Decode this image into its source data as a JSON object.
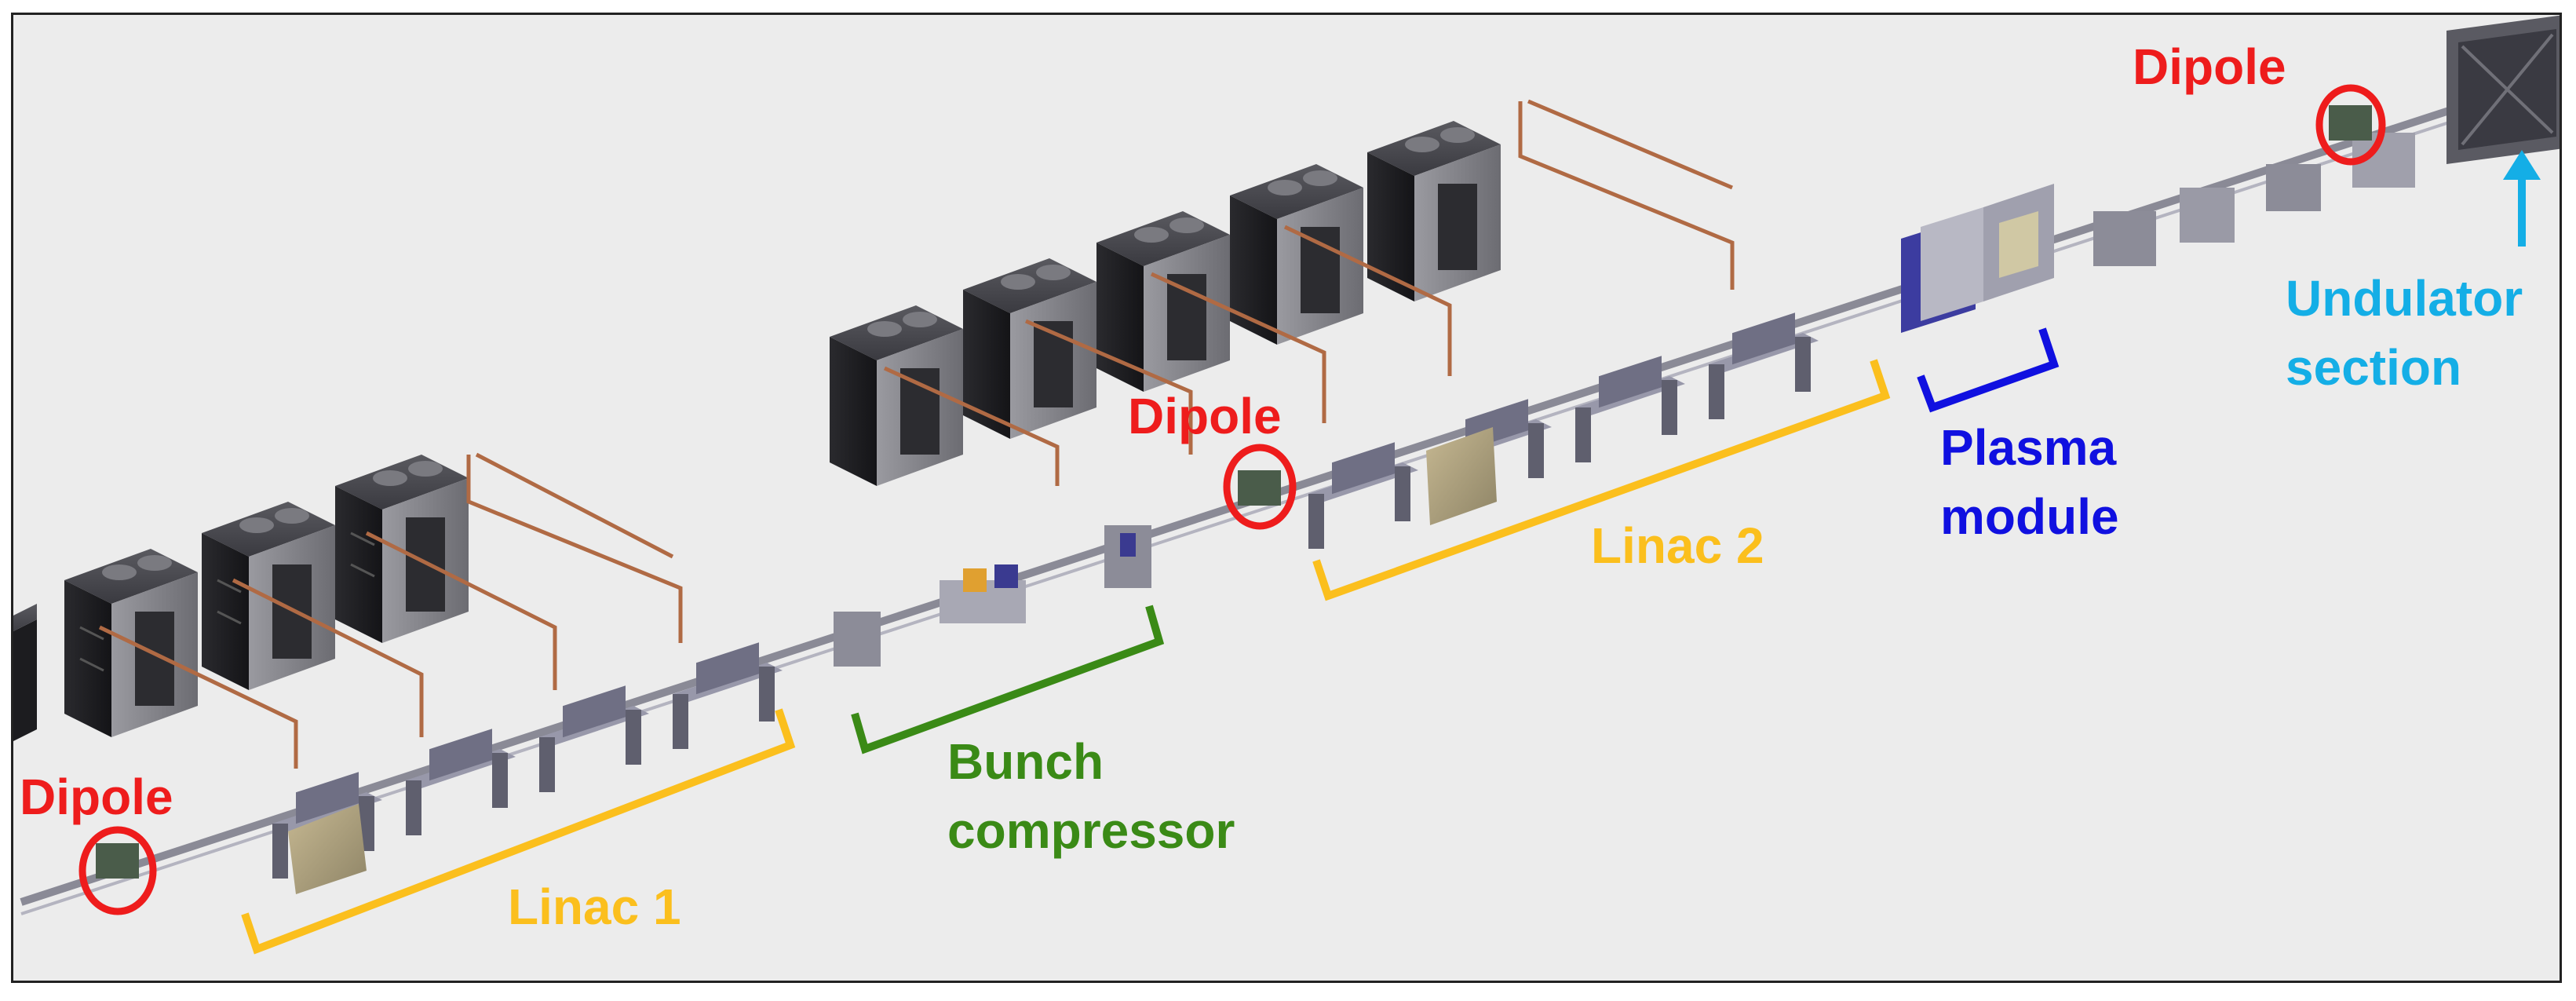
{
  "labels": {
    "dipole_bottom_left": "Dipole",
    "dipole_middle": "Dipole",
    "dipole_top_right": "Dipole",
    "linac1": "Linac 1",
    "linac2": "Linac 2",
    "bunch_compressor_line1": "Bunch",
    "bunch_compressor_line2": "compressor",
    "plasma_module_line1": "Plasma",
    "plasma_module_line2": "module",
    "undulator_line1": "Undulator",
    "undulator_line2": "section"
  },
  "colors": {
    "dipole": "#ee1c1c",
    "linac": "#fbbf1d",
    "bunch_compressor": "#3a8a16",
    "plasma_module": "#1010e0",
    "undulator": "#14aee6",
    "background": "#ececec"
  }
}
